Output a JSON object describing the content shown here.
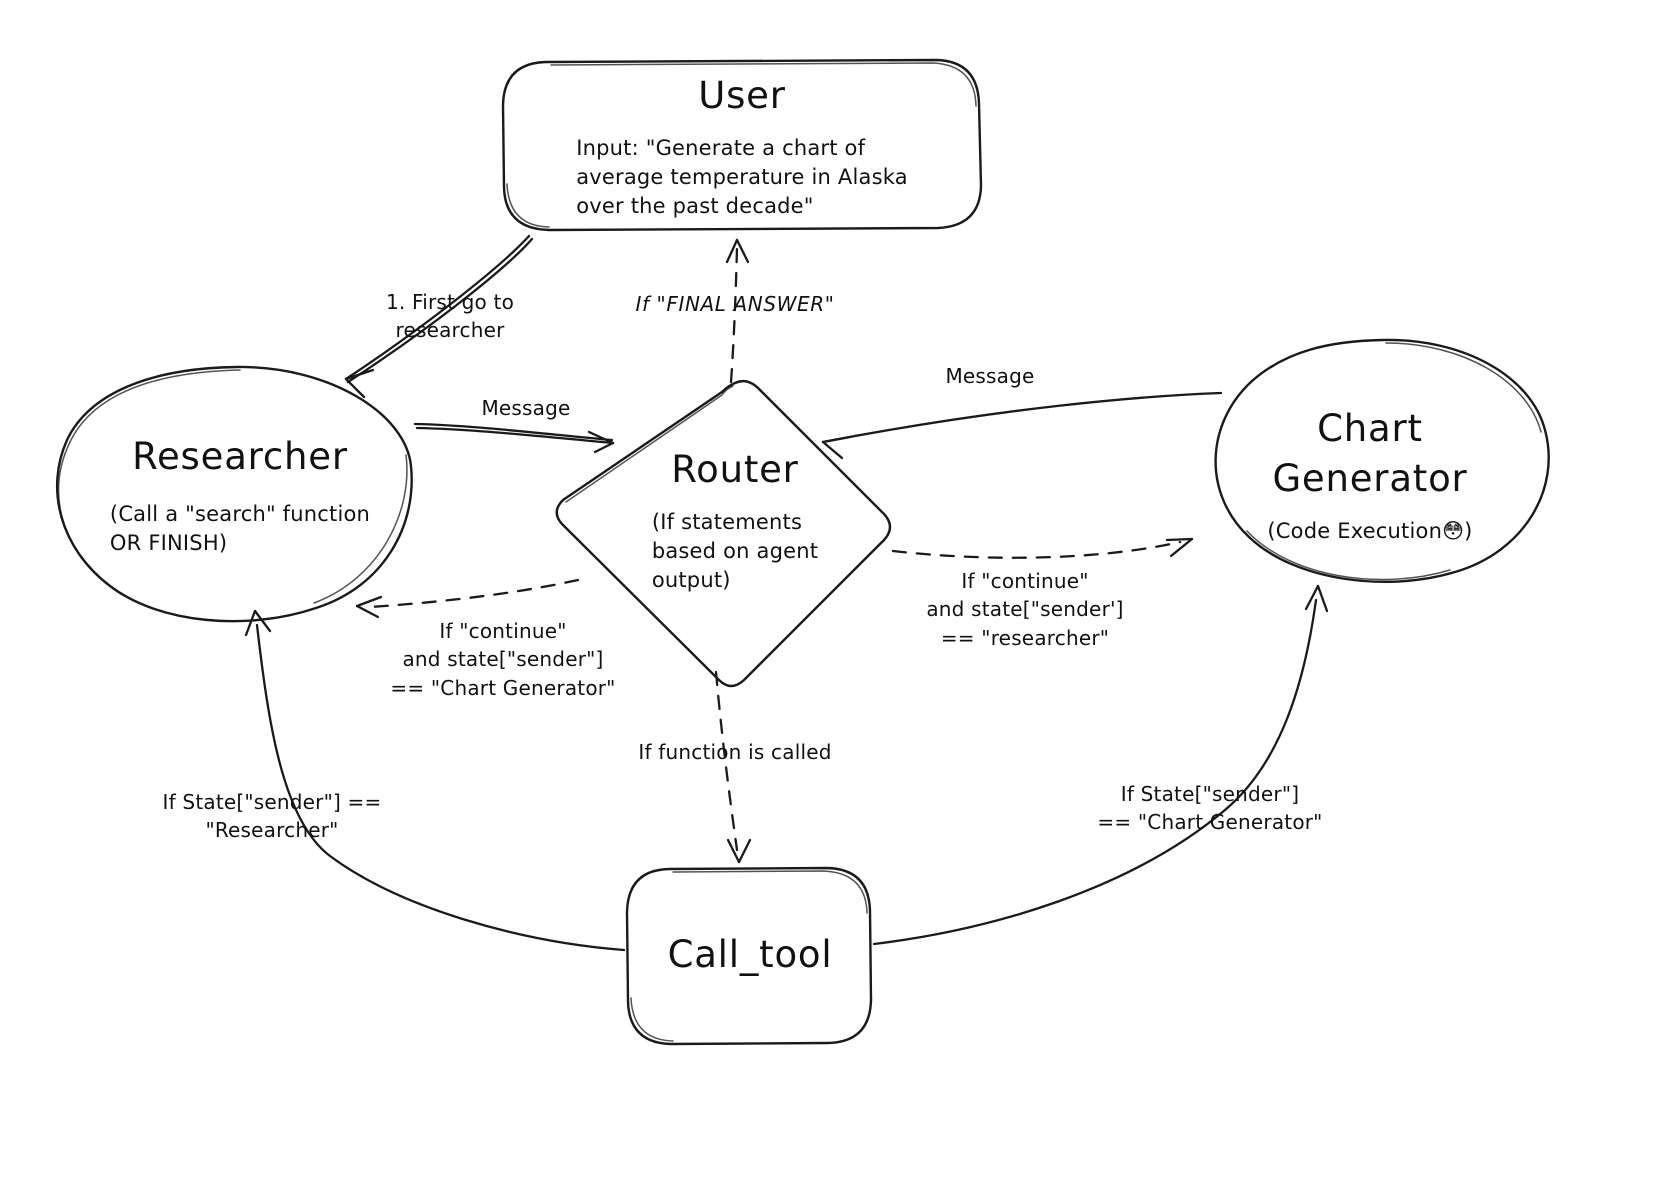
{
  "diagram": {
    "title": "Multi-agent LangGraph routing diagram",
    "background": "#ffffff",
    "ink": "#1a1a1a"
  },
  "nodes": {
    "user": {
      "shape": "rounded-rectangle",
      "title": "User",
      "body": "Input: \"Generate a chart of\naverage temperature in Alaska\nover the past decade\""
    },
    "researcher": {
      "shape": "ellipse",
      "title": "Researcher",
      "body": "(Call a \"search\" function\nOR FINISH)"
    },
    "router": {
      "shape": "diamond",
      "title": "Router",
      "body": "(If statements\nbased on agent\noutput)"
    },
    "chart_generator": {
      "shape": "ellipse",
      "title": "Chart\nGenerator",
      "body": "(Code Execution😳)"
    },
    "call_tool": {
      "shape": "rounded-rectangle",
      "title": "Call_tool",
      "body": ""
    }
  },
  "edges": [
    {
      "id": "user-to-researcher",
      "from": "user",
      "to": "researcher",
      "style": "solid",
      "label": "1. First go to\nresearcher"
    },
    {
      "id": "researcher-to-router",
      "from": "researcher",
      "to": "router",
      "style": "solid",
      "label": "Message"
    },
    {
      "id": "chartgen-to-router",
      "from": "chart_generator",
      "to": "router",
      "style": "solid",
      "label": "Message"
    },
    {
      "id": "router-to-user",
      "from": "router",
      "to": "user",
      "style": "dashed",
      "label": "If \"FINAL ANSWER\""
    },
    {
      "id": "router-to-researcher",
      "from": "router",
      "to": "researcher",
      "style": "dashed",
      "label": "If \"continue\"\nand state[\"sender\"]\n== \"Chart Generator\""
    },
    {
      "id": "router-to-chartgen",
      "from": "router",
      "to": "chart_generator",
      "style": "dashed",
      "label": "If \"continue\"\nand state[\"sender']\n== \"researcher\""
    },
    {
      "id": "router-to-calltool",
      "from": "router",
      "to": "call_tool",
      "style": "dashed",
      "label": "If function is called"
    },
    {
      "id": "calltool-to-researcher",
      "from": "call_tool",
      "to": "researcher",
      "style": "solid",
      "label": "If State[\"sender\"] ==\n\"Researcher\""
    },
    {
      "id": "calltool-to-chartgen",
      "from": "call_tool",
      "to": "chart_generator",
      "style": "solid",
      "label": "If State[\"sender\"]\n== \"Chart Generator\""
    }
  ]
}
